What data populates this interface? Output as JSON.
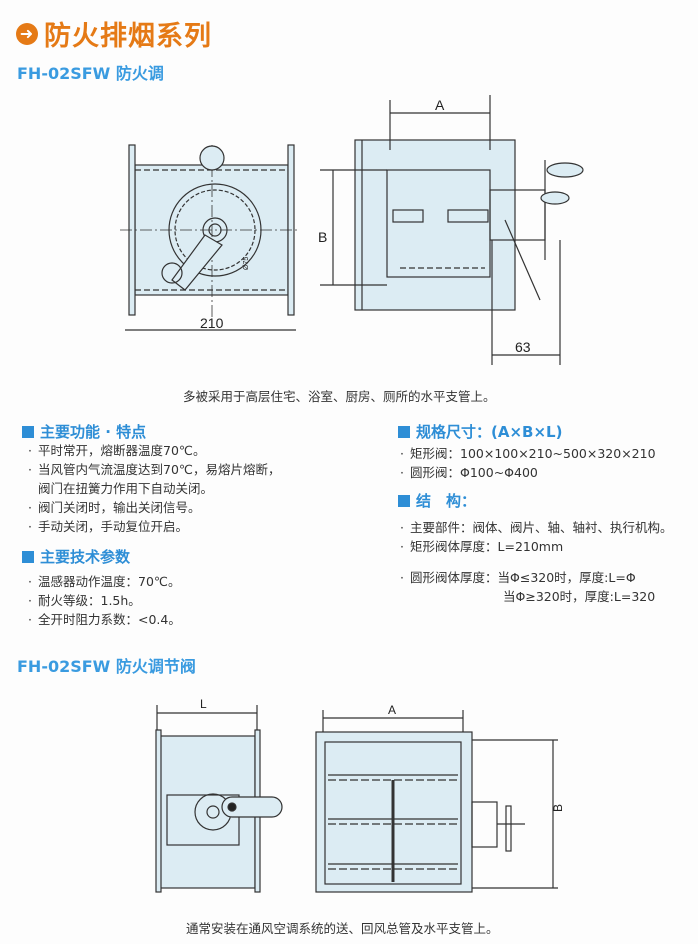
{
  "header": {
    "series_title": "防火排烟系列",
    "icon": "arrow-circle-icon"
  },
  "section1": {
    "model_title": "FH-02SFW 防火调",
    "drawing_labels": {
      "width": "210",
      "dim_a": "A",
      "dim_b": "B",
      "dim_63": "63",
      "phi": "Ø75"
    },
    "caption": "多被采用于高层住宅、浴室、厨房、厕所的水平支管上。"
  },
  "features": {
    "heading": "主要功能 · 特点",
    "items": [
      "平时常开，熔断器温度70℃。",
      "当风管内气流温度达到70℃，易熔片熔断，",
      "阀门在扭簧力作用下自动关闭。",
      "阀门关闭时，输出关闭信号。",
      "手动关闭，手动复位开启。"
    ]
  },
  "tech_params": {
    "heading": "主要技术参数",
    "items": [
      "温感器动作温度：70℃。",
      "耐火等级：1.5h。",
      "全开时阻力系数：<0.4。"
    ]
  },
  "specs": {
    "heading": "规格尺寸：(A×B×L)",
    "items": [
      "矩形阀：100×100×210~500×320×210",
      "圆形阀：Φ100~Φ400"
    ]
  },
  "structure": {
    "heading": "结　构：",
    "items": [
      "主要部件：阀体、阀片、轴、轴衬、执行机构。",
      "矩形阀体厚度：L=210mm",
      "圆形阀体厚度：当Φ≤320时，厚度:L=Φ",
      "当Φ≥320时，厚度:L=320"
    ]
  },
  "section2": {
    "model_title": "FH-02SFW 防火调节阀",
    "drawing_labels": {
      "dim_l": "L",
      "dim_a": "A",
      "dim_b": "B"
    },
    "caption": "通常安装在通风空调系统的送、回风总管及水平支管上。"
  },
  "colors": {
    "brand": "#e57a16",
    "accent": "#2e8ed6",
    "drawing_fill": "#dcecf3"
  }
}
